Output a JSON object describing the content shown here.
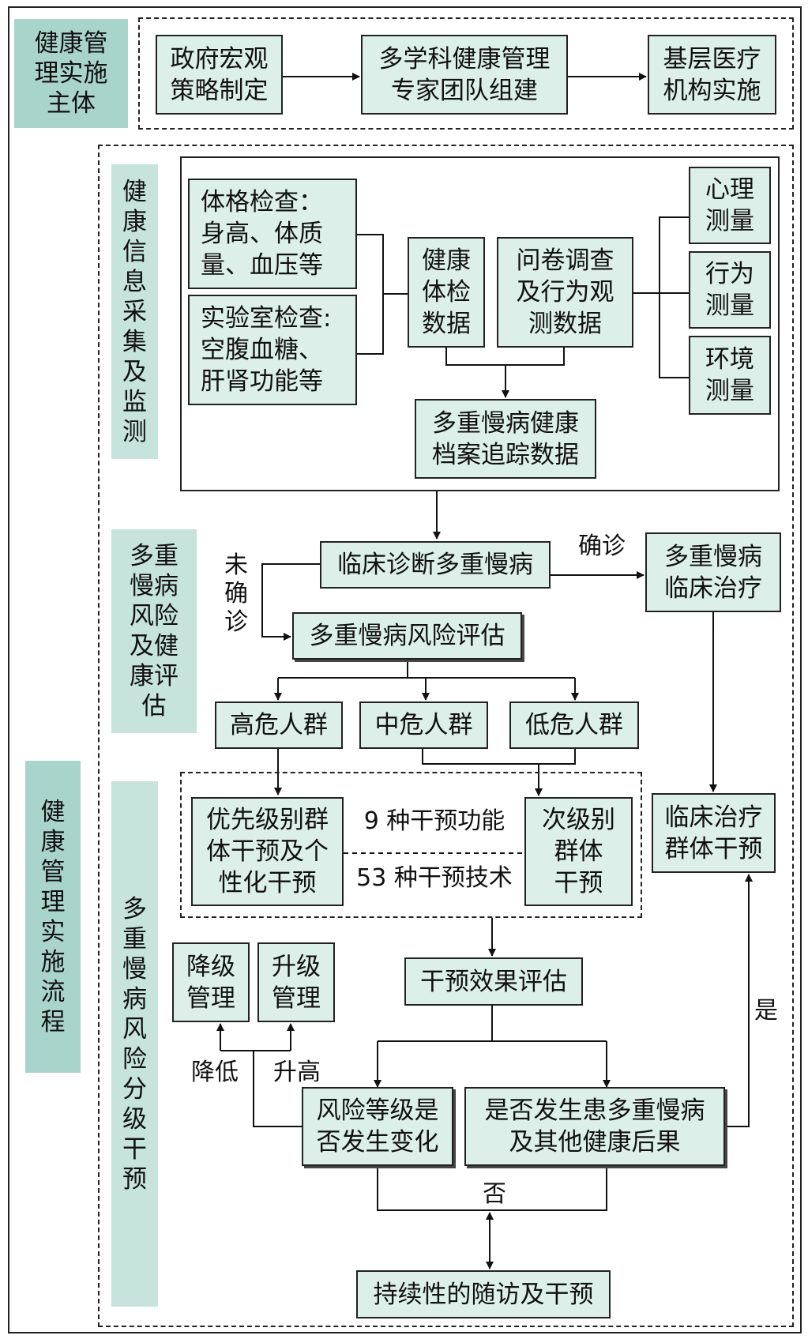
{
  "sections": {
    "subject": "健康管\n理实施\n主体",
    "process": "健\n康\n管\n理\n实\n施\n流\n程",
    "collection": "健\n康\n信\n息\n采\n集\n及\n监\n测",
    "assessment": "多重\n慢病\n风险\n及健\n康评\n估",
    "intervention": "多\n重\n慢\n病\n风\n险\n分\n级\n干\n预"
  },
  "top_row": {
    "government": "政府宏观\n策略制定",
    "expert_team": "多学科健康管理\n专家团队组建",
    "primary_care": "基层医疗\n机构实施"
  },
  "collection": {
    "physical_exam": "体格检查：\n身高、体质\n量、血压等",
    "lab_exam": "实验室检查:\n空腹血糖、\n肝肾功能等",
    "checkup_data": "健康\n体检\n数据",
    "survey_data": "问卷调查\n及行为观\n测数据",
    "psych": "心理\n测量",
    "behavior": "行为\n测量",
    "environment": "环境\n测量",
    "archive": "多重慢病健康\n档案追踪数据"
  },
  "assessment": {
    "clinical_dx": "临床诊断多重慢病",
    "confirmed": "确诊",
    "not_confirmed": "未\n确\n诊",
    "clinical_treatment": "多重慢病\n临床治疗",
    "risk_eval": "多重慢病风险评估",
    "high_risk": "高危人群",
    "mid_risk": "中危人群",
    "low_risk": "低危人群"
  },
  "intervention": {
    "priority": "优先级别群\n体干预及个\n性化干预",
    "functions": "9 种干预功能",
    "techniques": "53 种干预技术",
    "secondary": "次级别\n群体\n干预",
    "clinical_group": "临床治疗\n群体干预",
    "effect_eval": "干预效果评估",
    "downgrade": "降级\n管理",
    "upgrade": "升级\n管理",
    "lower": "降低",
    "higher": "升高",
    "risk_change": "风险等级是\n否发生变化",
    "outcome": "是否发生患多重慢病\n及其他健康后果",
    "yes": "是",
    "no": "否",
    "followup": "持续性的随访及干预"
  }
}
